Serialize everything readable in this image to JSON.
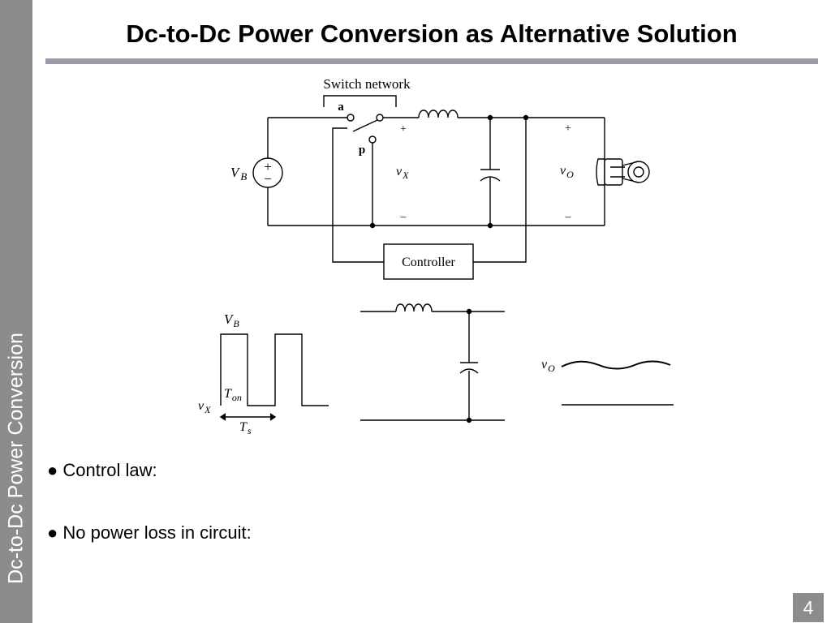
{
  "sidebar": {
    "label": "Dc-to-Dc Power Conversion"
  },
  "slide": {
    "title": "Dc-to-Dc Power Conversion as Alternative Solution",
    "page_number": "4"
  },
  "diagram": {
    "switch_network_label": "Switch network",
    "switch_terminal_a": "a",
    "switch_terminal_p": "p",
    "source_label": {
      "main": "V",
      "sub": "B"
    },
    "source_plus": "+",
    "source_minus": "−",
    "vx_label": {
      "main": "v",
      "sub": "X"
    },
    "vo_label": {
      "main": "v",
      "sub": "O"
    },
    "plus_sign": "+",
    "minus_sign": "–",
    "controller_label": "Controller"
  },
  "waveform": {
    "vb_label": {
      "main": "V",
      "sub": "B"
    },
    "ton_label": {
      "main": "T",
      "sub": "on"
    },
    "vx_label": {
      "main": "v",
      "sub": "X"
    },
    "ts_label": {
      "main": "T",
      "sub": "s"
    }
  },
  "filter": {
    "vo_label": {
      "main": "v",
      "sub": "O"
    }
  },
  "bullets": [
    {
      "symbol": "●",
      "text": "Control law:"
    },
    {
      "symbol": "●",
      "text": "No power loss in circuit:"
    }
  ]
}
